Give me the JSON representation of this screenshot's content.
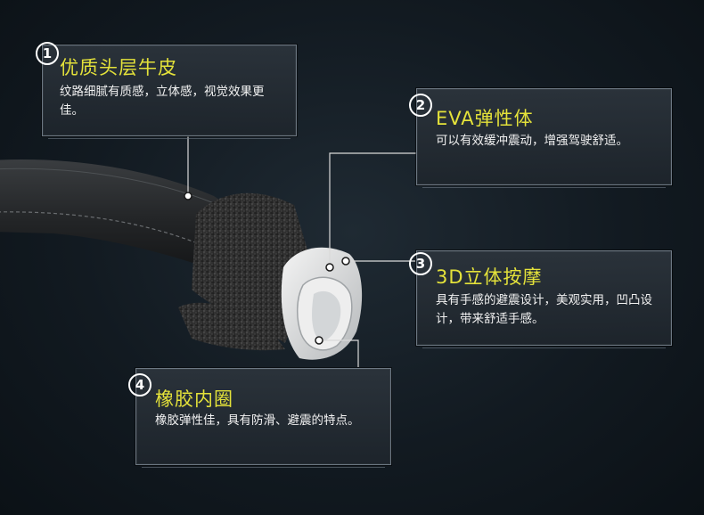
{
  "features": [
    {
      "number": "1",
      "title": "优质头层牛皮",
      "desc": "纹路细腻有质感，立体感，视觉效果更佳。"
    },
    {
      "number": "2",
      "title": "EVA弹性体",
      "desc": "可以有效缓冲震动，增强驾驶舒适。"
    },
    {
      "number": "3",
      "title": "3D立体按摩",
      "desc": "具有手感的避震设计，美观实用，凹凸设计，带来舒适手感。"
    },
    {
      "number": "4",
      "title": "橡胶内圈",
      "desc": "橡胶弹性佳，具有防滑、避震的特点。"
    }
  ],
  "colors": {
    "title": "#e4e23a",
    "text": "#f2f2f2",
    "panel_border": "#6c7782"
  }
}
